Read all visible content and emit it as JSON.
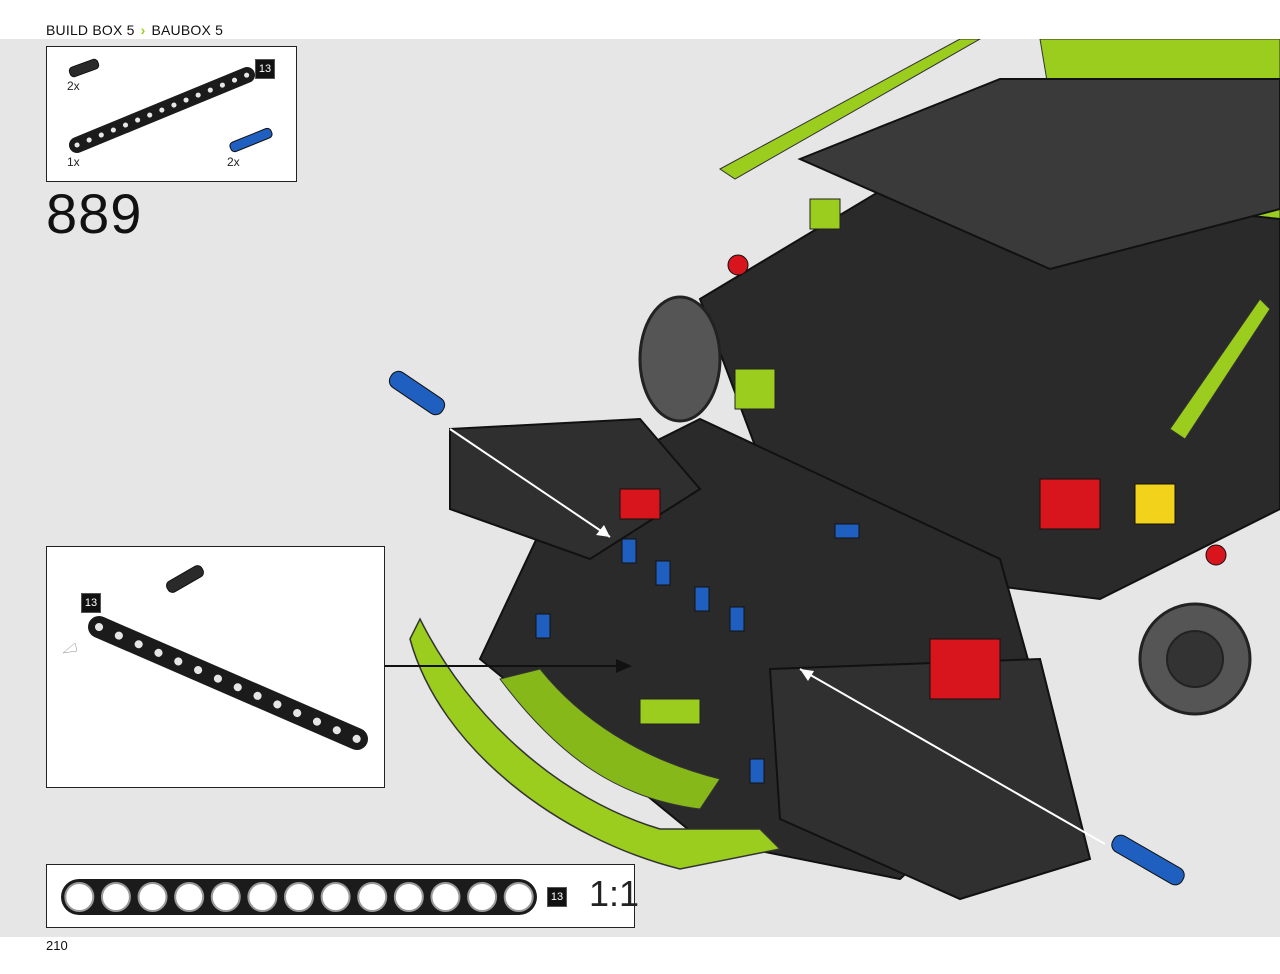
{
  "header": {
    "build_box": "BUILD BOX 5",
    "baubox": "BAUBOX 5",
    "accent_color": "#9acd1e"
  },
  "parts_list": {
    "items": [
      {
        "qty": "2x",
        "part": "black-connector-pin-icon"
      },
      {
        "qty": "1x",
        "part": "black-liftarm-13-icon"
      },
      {
        "qty": "2x",
        "part": "blue-axle-pin-icon"
      }
    ],
    "length_tag": "13"
  },
  "step": {
    "number": "889"
  },
  "callout": {
    "length_tag": "13"
  },
  "ruler": {
    "length_tag": "13",
    "scale": "1:1",
    "hole_count": 13
  },
  "page_number": "210",
  "colors": {
    "lime": "#9acd1e",
    "black": "#2a2a2a",
    "red": "#d8141c",
    "blue": "#1f5fbf",
    "background": "#e6e6e6"
  }
}
